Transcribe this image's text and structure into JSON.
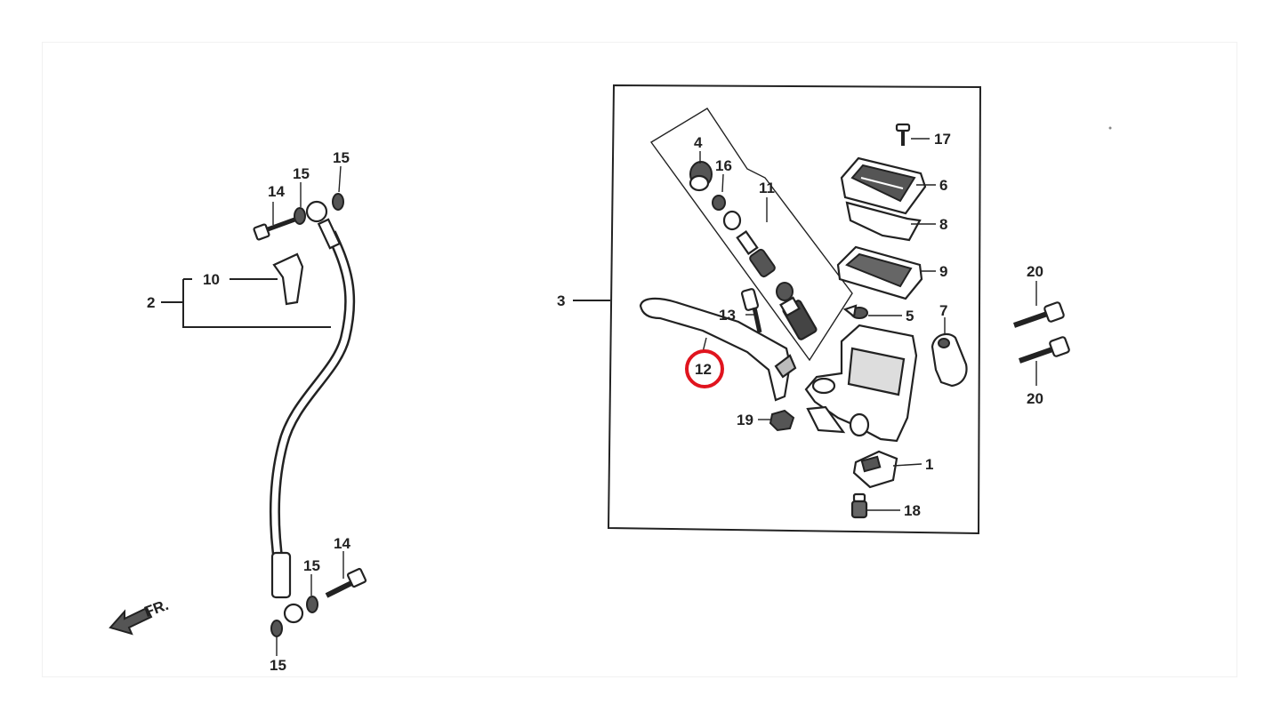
{
  "diagram": {
    "labels": {
      "p1": "1",
      "p2": "2",
      "p3": "3",
      "p4": "4",
      "p5": "5",
      "p6": "6",
      "p7": "7",
      "p8": "8",
      "p9": "9",
      "p10": "10",
      "p11": "11",
      "p12": "12",
      "p13": "13",
      "p14a": "14",
      "p14b": "14",
      "p15a": "15",
      "p15b": "15",
      "p15c": "15",
      "p15d": "15",
      "p16": "16",
      "p17": "17",
      "p18": "18",
      "p19": "19",
      "p20a": "20",
      "p20b": "20"
    },
    "direction_label": "FR.",
    "highlight": {
      "part": "12",
      "color": "#e0141e"
    }
  }
}
